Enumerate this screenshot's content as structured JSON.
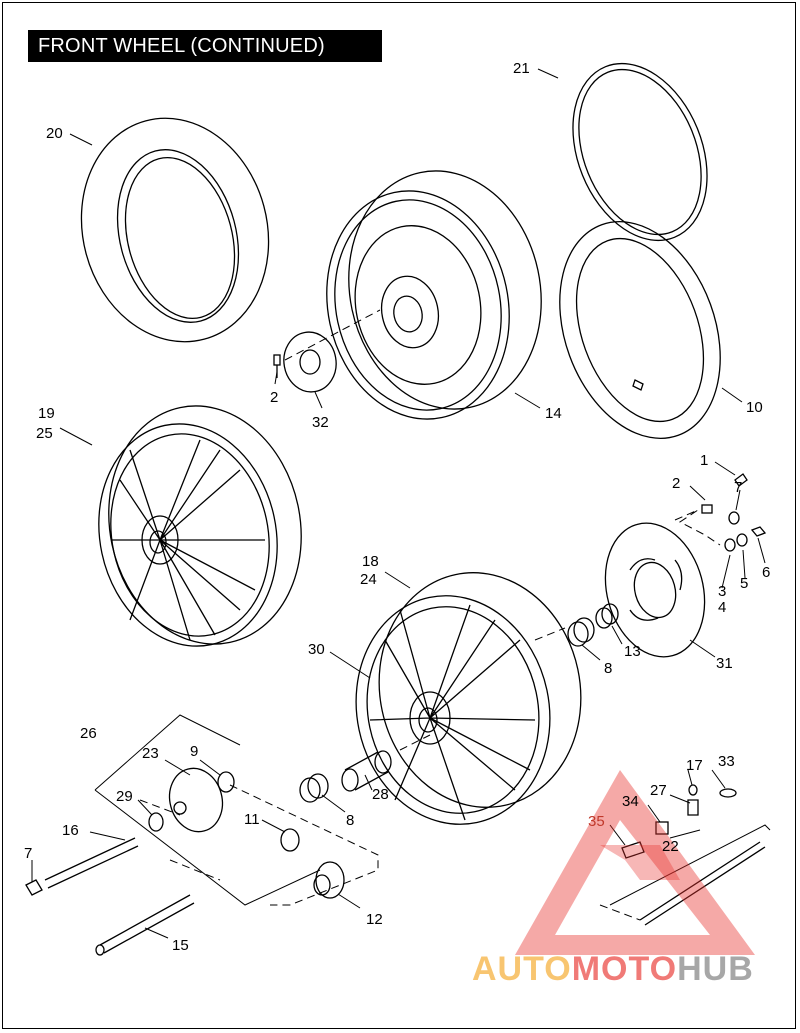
{
  "title": "FRONT WHEEL (CONTINUED)",
  "watermark": {
    "part1": "AUTO",
    "part2": "MOTO",
    "part3": "HUB",
    "color_orange": "#f5a623",
    "color_red": "#e8322e",
    "color_gray": "#8a8a8a"
  },
  "callouts": {
    "c20": "20",
    "c21": "21",
    "c2a": "2",
    "c32": "32",
    "c14": "14",
    "c10": "10",
    "c19": "19",
    "c25": "25",
    "c1": "1",
    "c2b": "2",
    "c7a": "7",
    "c3": "3",
    "c4": "4",
    "c5": "5",
    "c6": "6",
    "c18": "18",
    "c24": "24",
    "c30": "30",
    "c13": "13",
    "c8a": "8",
    "c31": "31",
    "c26": "26",
    "c23": "23",
    "c9": "9",
    "c29": "29",
    "c16": "16",
    "c7b": "7",
    "c11": "11",
    "c8b": "8",
    "c28": "28",
    "c17": "17",
    "c33": "33",
    "c27": "27",
    "c34": "34",
    "c35": "35",
    "c22": "22",
    "c12": "12",
    "c15": "15"
  }
}
